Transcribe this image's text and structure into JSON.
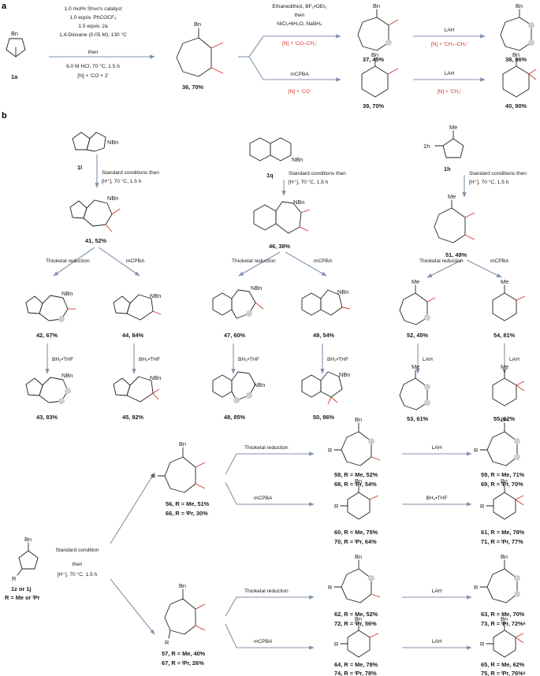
{
  "panels": {
    "a": "a",
    "b": "b"
  },
  "part_a": {
    "sm_top": "Bn",
    "sm_label": "1a",
    "cond_top": [
      "1.0 mol% Shvo's catalyst",
      "1.0 equiv. PhCOCF₃",
      "1.5 equiv. 2a",
      "1,4-Dioxane (0.05 M), 130 °C"
    ],
    "cond_then": "then",
    "cond_bottom": "6.0 M HCl, 70 °C, 1.5 h",
    "cond_n": "[N] + 'CO × 2'",
    "p36": "Bn",
    "p36_label": "36, 70%",
    "c_thio_1": "Ethanedithiol, BF₃•OEt₂",
    "c_thio_then": "then",
    "c_thio_2": "NiCl₂•6H₂O, NaBH₄",
    "c_thio_n": "[N] + 'CO–CH₂'",
    "c_mcpba": "mCPBA",
    "c_mcpba_n": "[N] + 'CO'",
    "p37_label": "37, 45%",
    "p39_label": "39, 70%",
    "c_lah1": "LAH",
    "c_lah1_n": "[N] + 'CH₂–CH₂'",
    "c_lah2": "LAH",
    "c_lah2_n": "[N] + 'CH₂'",
    "p38_label": "38, 86%",
    "p40_label": "40, 90%"
  },
  "part_b": {
    "sm_1l": "1l",
    "sm_1q": "1q",
    "sm_1h": "1h",
    "std1": "Standard conditions then",
    "std2": "[H⁺], 70 °C, 1.5 h",
    "p41_label": "41, 52%",
    "p46_label": "46, 38%",
    "p51_label": "51, 49%",
    "thio": "Thioketal reduction",
    "mcpba": "mCPBA",
    "bh3": "BH₃•THF",
    "lah": "LAH",
    "p42_label": "42, 67%",
    "p44_label": "44, 84%",
    "p47_label": "47, 60%",
    "p49_label": "49, 54%",
    "p52_label": "52, 45%",
    "p54_label": "54, 81%",
    "p43_label": "43, 83%",
    "p45_label": "45, 82%",
    "p48_label": "48, 85%",
    "p50_label": "50, 86%",
    "p53_label": "53, 61%",
    "p55_label": "55, 62%",
    "nbn": "NBn",
    "nme": "Me"
  },
  "part_c": {
    "sm_label": "1z or 1j",
    "sm_r": "R = Me or ᴵPr",
    "cond1": "Standard condition",
    "cond2": "then",
    "cond3": "[H⁺], 70 °C, 1.5 h",
    "p56": "56, R = Me, 51%",
    "p66": "66, R = ᴵPr, 30%",
    "p57": "57, R = Me, 40%",
    "p67": "67, R = ᴵPr, 26%",
    "thio": "Thioketal reduction",
    "mcpba": "mCPBA",
    "lah": "LAH",
    "bh3": "BH₃•THF",
    "p58": "58, R = Me, 52%",
    "p68": "68, R = ᴵPr, 54%",
    "p60": "60, R = Me, 75%",
    "p70": "70, R = ᴵPr, 64%",
    "p62": "62, R = Me, 52%",
    "p72": "72, R = ᴵPr, 56%",
    "p64": "64, R = Me, 78%",
    "p74": "74, R = ᴵPr, 78%",
    "p59": "59, R = Me, 71%",
    "p69": "69, R = ᴵPr, 70%",
    "p61": "61, R = Me, 78%",
    "p71": "71, R = ᴵPr, 77%",
    "p63": "63, R = Me, 70%",
    "p73": "73, R = ᴵPr, 72%ᵃ",
    "p65": "65, R = Me, 62%",
    "p75": "75, R = ᴵPr, 76%ᵃ",
    "r": "R",
    "bn": "Bn"
  }
}
